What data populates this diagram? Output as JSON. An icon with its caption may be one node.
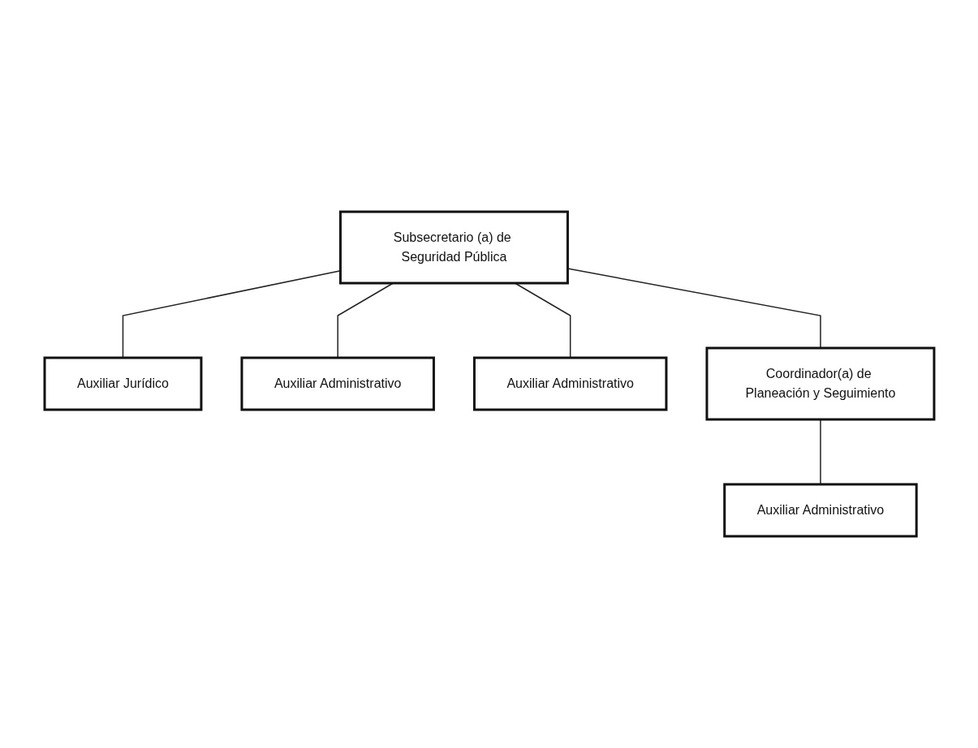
{
  "diagram": {
    "nodes": [
      {
        "text": [
          "Subsecretario (a) de Seguridad Pública"
        ]
      },
      {
        "text": [
          "Auxiliar Jurídico"
        ]
      },
      {
        "text": [
          "Auxiliar Administrativo"
        ]
      },
      {
        "text": [
          "Auxiliar Administrativo"
        ]
      },
      {
        "text": [
          "Coordinador(a) de Planeación y Seguimiento"
        ]
      },
      {
        "text": [
          "Auxiliar Administrativo"
        ]
      }
    ],
    "edges": [
      {
        "from": 0,
        "to": 1,
        "arrow": "none"
      },
      {
        "from": 0,
        "to": 2,
        "arrow": "none"
      },
      {
        "from": 0,
        "to": 3,
        "arrow": "none"
      },
      {
        "from": 0,
        "to": 4,
        "arrow": "none"
      },
      {
        "from": 4,
        "to": 5,
        "arrow": "none"
      }
    ]
  }
}
